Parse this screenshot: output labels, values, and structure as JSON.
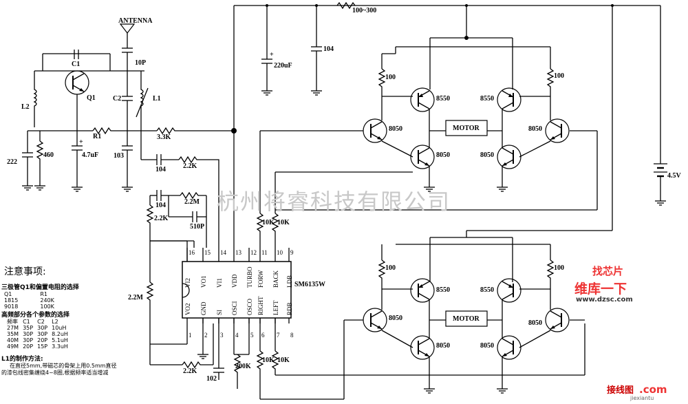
{
  "labels": {
    "antenna": "ANTENNA",
    "c1": "C1",
    "q1": "Q1",
    "c2": "C2",
    "l1": "L1",
    "l2": "L2",
    "r1": "R1",
    "cap_10p": "10P",
    "cap_222": "222",
    "res_460": "460",
    "cap_4_7uf": "4.7uF",
    "cap_103": "103",
    "res_3_3k": "3.3K",
    "cap_104_a": "104",
    "res_2_2k_a": "2.2K",
    "cap_104_b": "104",
    "res_2_2m_a": "2.2M",
    "res_2_2k_b": "2.2K",
    "cap_510p": "510P",
    "res_2_2m_b": "2.2M",
    "res_2_2k_c": "2.2K",
    "cap_102": "102",
    "res_200k": "200K",
    "res_10k_a": "10K",
    "res_10k_b": "10K",
    "res_10k_c": "10K",
    "res_10k_d": "10K",
    "res_100_300": "100~300",
    "cap_220uf": "220uF",
    "cap_104_c": "104",
    "battery": "4.5V",
    "ic": "SM6135W",
    "plus": "+"
  },
  "ic_pins_top": [
    "16",
    "15",
    "14",
    "13",
    "12",
    "11",
    "10",
    "9"
  ],
  "ic_pins_top_names": [
    "VI2",
    "VO1",
    "VI1",
    "VDD",
    "TURBO",
    "FORW",
    "BACK",
    "LDB"
  ],
  "ic_pins_bottom": [
    "1",
    "2",
    "3",
    "4",
    "5",
    "6",
    "7",
    "8"
  ],
  "ic_pins_bottom_names": [
    "VO2",
    "GND",
    "SI",
    "OSCI",
    "OSCO",
    "RIGHT",
    "LEFT",
    "RDB"
  ],
  "bridge_top": {
    "r_left": "100",
    "r_right": "100",
    "t_pnp_l": "8550",
    "t_pnp_r": "8550",
    "t_npn_l": "8050",
    "t_npn_r": "8050",
    "t_out_l": "8050",
    "t_out_r": "8050",
    "motor": "MOTOR"
  },
  "bridge_bottom": {
    "r_left": "100",
    "r_right": "100",
    "t_pnp_l": "8550",
    "t_pnp_r": "8550",
    "t_npn_l": "8050",
    "t_npn_r": "8050",
    "t_out_l": "8050",
    "t_out_r": "8050",
    "motor": "MOTOR"
  },
  "notes": {
    "title": "注意事项:",
    "sec1": "三极管Q1和偏置电阻的选择",
    "table1": [
      [
        "Q1",
        "R1"
      ],
      [
        "1815",
        "240K"
      ],
      [
        "9018",
        "100K"
      ]
    ],
    "sec2": "高频部分各个参数的选择",
    "table2": [
      [
        "频率",
        "C1",
        "C2",
        "L2"
      ],
      [
        "27M",
        "35P",
        "30P",
        "10uH"
      ],
      [
        "35M",
        "30P",
        "30P",
        "8.2uH"
      ],
      [
        "40M",
        "30P",
        "20P",
        "5.1uH"
      ],
      [
        "49M",
        "20P",
        "15P",
        "3.3uH"
      ]
    ],
    "sec3": "L1的制作方法:",
    "p1": "在直径5mm,带磁芯的骨架上用0.5mm直径",
    "p2": "的漆包线密集缠绕4~8圈,根据频率适当增减"
  },
  "watermark": "杭州将睿科技有限公司",
  "logo": {
    "top": "找芯片",
    "main": "维库一下",
    "url": "www.dzsc.com"
  },
  "footer_logo": {
    "cn": "接线图",
    "com": ".com",
    "url": "jiexiantu"
  }
}
